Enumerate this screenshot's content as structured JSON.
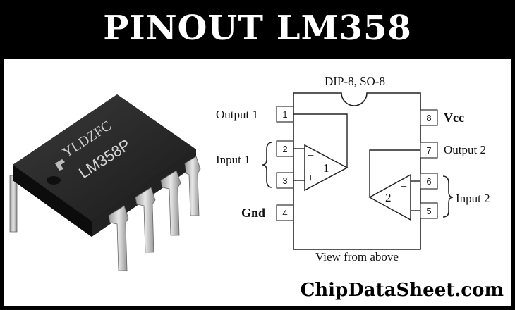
{
  "title": "PINOUT LM358",
  "chip": {
    "marking_line1": "YLDZFC",
    "marking_line2": "LM358P"
  },
  "diagram": {
    "package": "DIP-8, SO-8",
    "view_label": "View from above",
    "pins": [
      {
        "num": "1",
        "label": "Output 1"
      },
      {
        "num": "2",
        "label": ""
      },
      {
        "num": "3",
        "label": ""
      },
      {
        "num": "4",
        "label": "Gnd"
      },
      {
        "num": "5",
        "label": ""
      },
      {
        "num": "6",
        "label": ""
      },
      {
        "num": "7",
        "label": "Output 2"
      },
      {
        "num": "8",
        "label": "Vcc"
      }
    ],
    "input1_label": "Input 1",
    "input2_label": "Input 2",
    "opamp1": {
      "id": "1",
      "minus": "−",
      "plus": "+"
    },
    "opamp2": {
      "id": "2",
      "minus": "−",
      "plus": "+"
    }
  },
  "footer": "ChipDataSheet.com"
}
